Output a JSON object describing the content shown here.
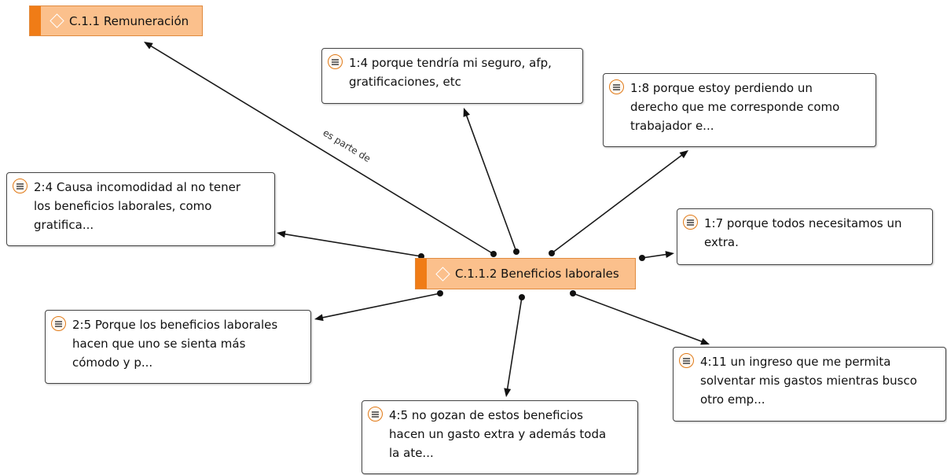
{
  "colors": {
    "code_fill": "#fbc08c",
    "code_strip": "#f07c16",
    "quote_icon": "#e07a18",
    "edge": "#1a1a1a"
  },
  "codes": {
    "remuneracion": {
      "label": "C.1.1 Remuneración",
      "icon": "diamond-icon"
    },
    "beneficios": {
      "label": "C.1.1.2 Beneficios laborales",
      "icon": "diamond-icon"
    }
  },
  "relation_label": "es parte de",
  "quotes": {
    "q1_4": {
      "icon": "quotation-icon",
      "lines": [
        "1:4 porque tendría mi seguro, afp,",
        "gratificaciones, etc"
      ]
    },
    "q1_8": {
      "icon": "quotation-icon",
      "lines": [
        "1:8 porque estoy perdiendo un",
        "derecho que me corresponde como",
        "trabajador e..."
      ]
    },
    "q2_4": {
      "icon": "quotation-icon",
      "lines": [
        "2:4 Causa incomodidad al no tener",
        "los beneficios laborales, como",
        "gratifica..."
      ]
    },
    "q1_7": {
      "icon": "quotation-icon",
      "lines": [
        "1:7 porque todos necesitamos un",
        "extra."
      ]
    },
    "q2_5": {
      "icon": "quotation-icon",
      "lines": [
        "2:5 Porque los beneficios laborales",
        "hacen que uno se sienta más",
        "cómodo y p..."
      ]
    },
    "q4_11": {
      "icon": "quotation-icon",
      "lines": [
        "4:11 un ingreso que me permita",
        "solventar mis gastos mientras busco",
        "otro emp..."
      ]
    },
    "q4_5": {
      "icon": "quotation-icon",
      "lines": [
        "4:5 no gozan de estos beneficios",
        "hacen un gasto extra y además toda",
        "la ate..."
      ]
    }
  }
}
